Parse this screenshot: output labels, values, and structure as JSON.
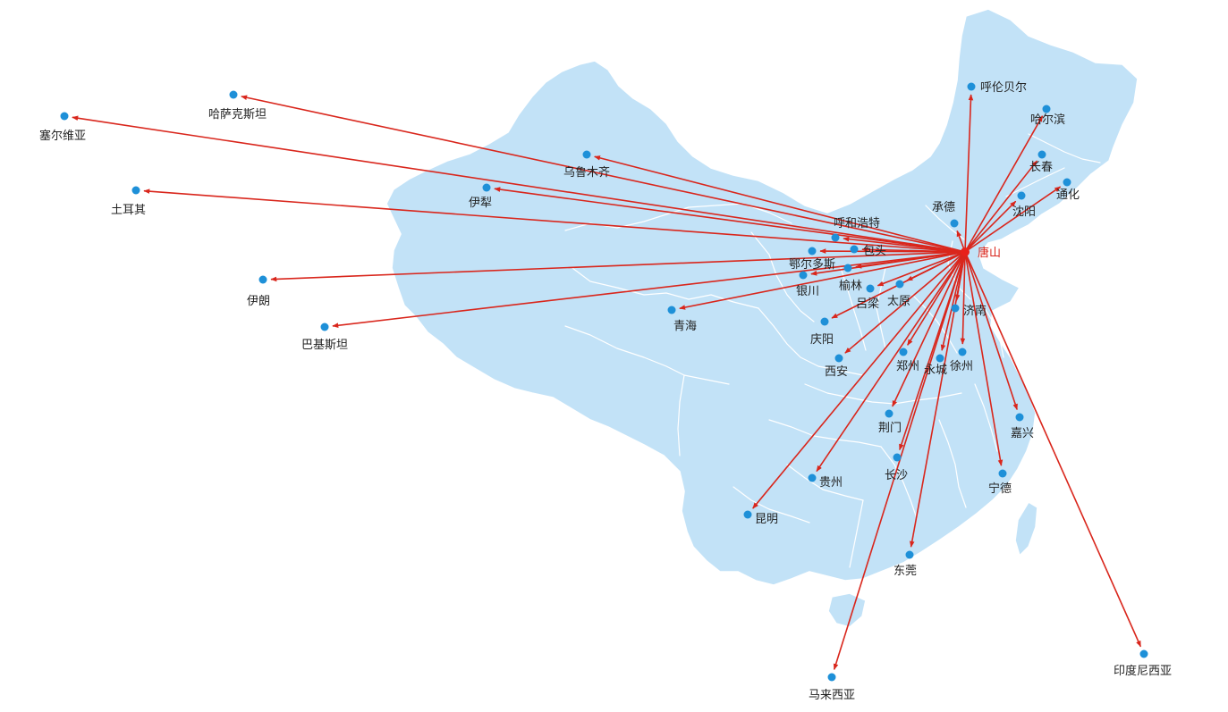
{
  "map": {
    "land_color": "#c2e2f7",
    "border_color": "#ffffff",
    "route_color": "#d9261c",
    "city_color": "#1e90d8",
    "hub_color": "#e8211a"
  },
  "hub": {
    "name": "唐山"
  },
  "cities": [
    {
      "id": "hulunbeier",
      "name": "呼伦贝尔"
    },
    {
      "id": "haerbin",
      "name": "哈尔滨"
    },
    {
      "id": "changchun",
      "name": "长春"
    },
    {
      "id": "tonghua",
      "name": "通化"
    },
    {
      "id": "shenyang",
      "name": "沈阳"
    },
    {
      "id": "chengde",
      "name": "承德"
    },
    {
      "id": "huhehaote",
      "name": "呼和浩特"
    },
    {
      "id": "baotou",
      "name": "包头"
    },
    {
      "id": "eerduosi",
      "name": "鄂尔多斯"
    },
    {
      "id": "yinchuan",
      "name": "银川"
    },
    {
      "id": "yulin",
      "name": "榆林"
    },
    {
      "id": "lvliang",
      "name": "吕梁"
    },
    {
      "id": "taiyuan",
      "name": "太原"
    },
    {
      "id": "jinan",
      "name": "济南"
    },
    {
      "id": "qingyang",
      "name": "庆阳"
    },
    {
      "id": "xian",
      "name": "西安"
    },
    {
      "id": "zhengzhou",
      "name": "郑州"
    },
    {
      "id": "yongcheng",
      "name": "永城"
    },
    {
      "id": "xuzhou",
      "name": "徐州"
    },
    {
      "id": "jingmen",
      "name": "荆门"
    },
    {
      "id": "jiaxing",
      "name": "嘉兴"
    },
    {
      "id": "changsha",
      "name": "长沙"
    },
    {
      "id": "guizhou",
      "name": "贵州"
    },
    {
      "id": "ningde",
      "name": "宁德"
    },
    {
      "id": "kunming",
      "name": "昆明"
    },
    {
      "id": "dongguan",
      "name": "东莞"
    },
    {
      "id": "qinghai",
      "name": "青海"
    },
    {
      "id": "yili",
      "name": "伊犁"
    },
    {
      "id": "wulumuqi",
      "name": "乌鲁木齐"
    },
    {
      "id": "hasakesitan",
      "name": "哈萨克斯坦"
    },
    {
      "id": "saierweiya",
      "name": "塞尔维亚"
    },
    {
      "id": "tuerqi",
      "name": "土耳其"
    },
    {
      "id": "yilang",
      "name": "伊朗"
    },
    {
      "id": "bajisitan",
      "name": "巴基斯坦"
    },
    {
      "id": "malaixiya",
      "name": "马来西亚"
    },
    {
      "id": "yindunixiya",
      "name": "印度尼西亚"
    }
  ]
}
